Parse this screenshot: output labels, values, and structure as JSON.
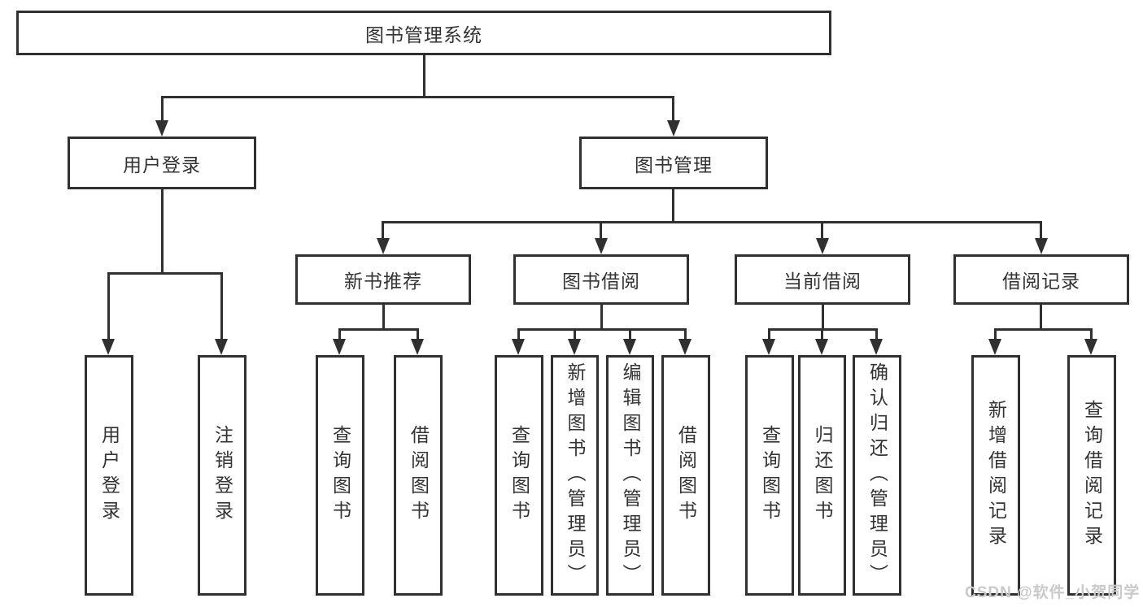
{
  "colors": {
    "line": "#303030",
    "text": "#333333",
    "background": "#ffffff",
    "watermark": "#c9c9c9"
  },
  "watermark": {
    "text": "CSDN @软件_小贺同学"
  },
  "diagram": {
    "type": "hierarchy-tree",
    "root": {
      "label": "图书管理系统"
    },
    "branches": [
      {
        "label": "用户登录",
        "children": [
          {
            "label": "用户登录"
          },
          {
            "label": "注销登录"
          }
        ]
      },
      {
        "label": "图书管理",
        "children": [
          {
            "label": "新书推荐",
            "children": [
              {
                "label": "查询图书"
              },
              {
                "label": "借阅图书"
              }
            ]
          },
          {
            "label": "图书借阅",
            "children": [
              {
                "label": "查询图书"
              },
              {
                "label": "新增图书（管理员）"
              },
              {
                "label": "编辑图书（管理员）"
              },
              {
                "label": "借阅图书"
              }
            ]
          },
          {
            "label": "当前借阅",
            "children": [
              {
                "label": "查询图书"
              },
              {
                "label": "归还图书"
              },
              {
                "label": "确认归还（管理员）"
              }
            ]
          },
          {
            "label": "借阅记录",
            "children": [
              {
                "label": "新增借阅记录"
              },
              {
                "label": "查询借阅记录"
              }
            ]
          }
        ]
      }
    ]
  }
}
